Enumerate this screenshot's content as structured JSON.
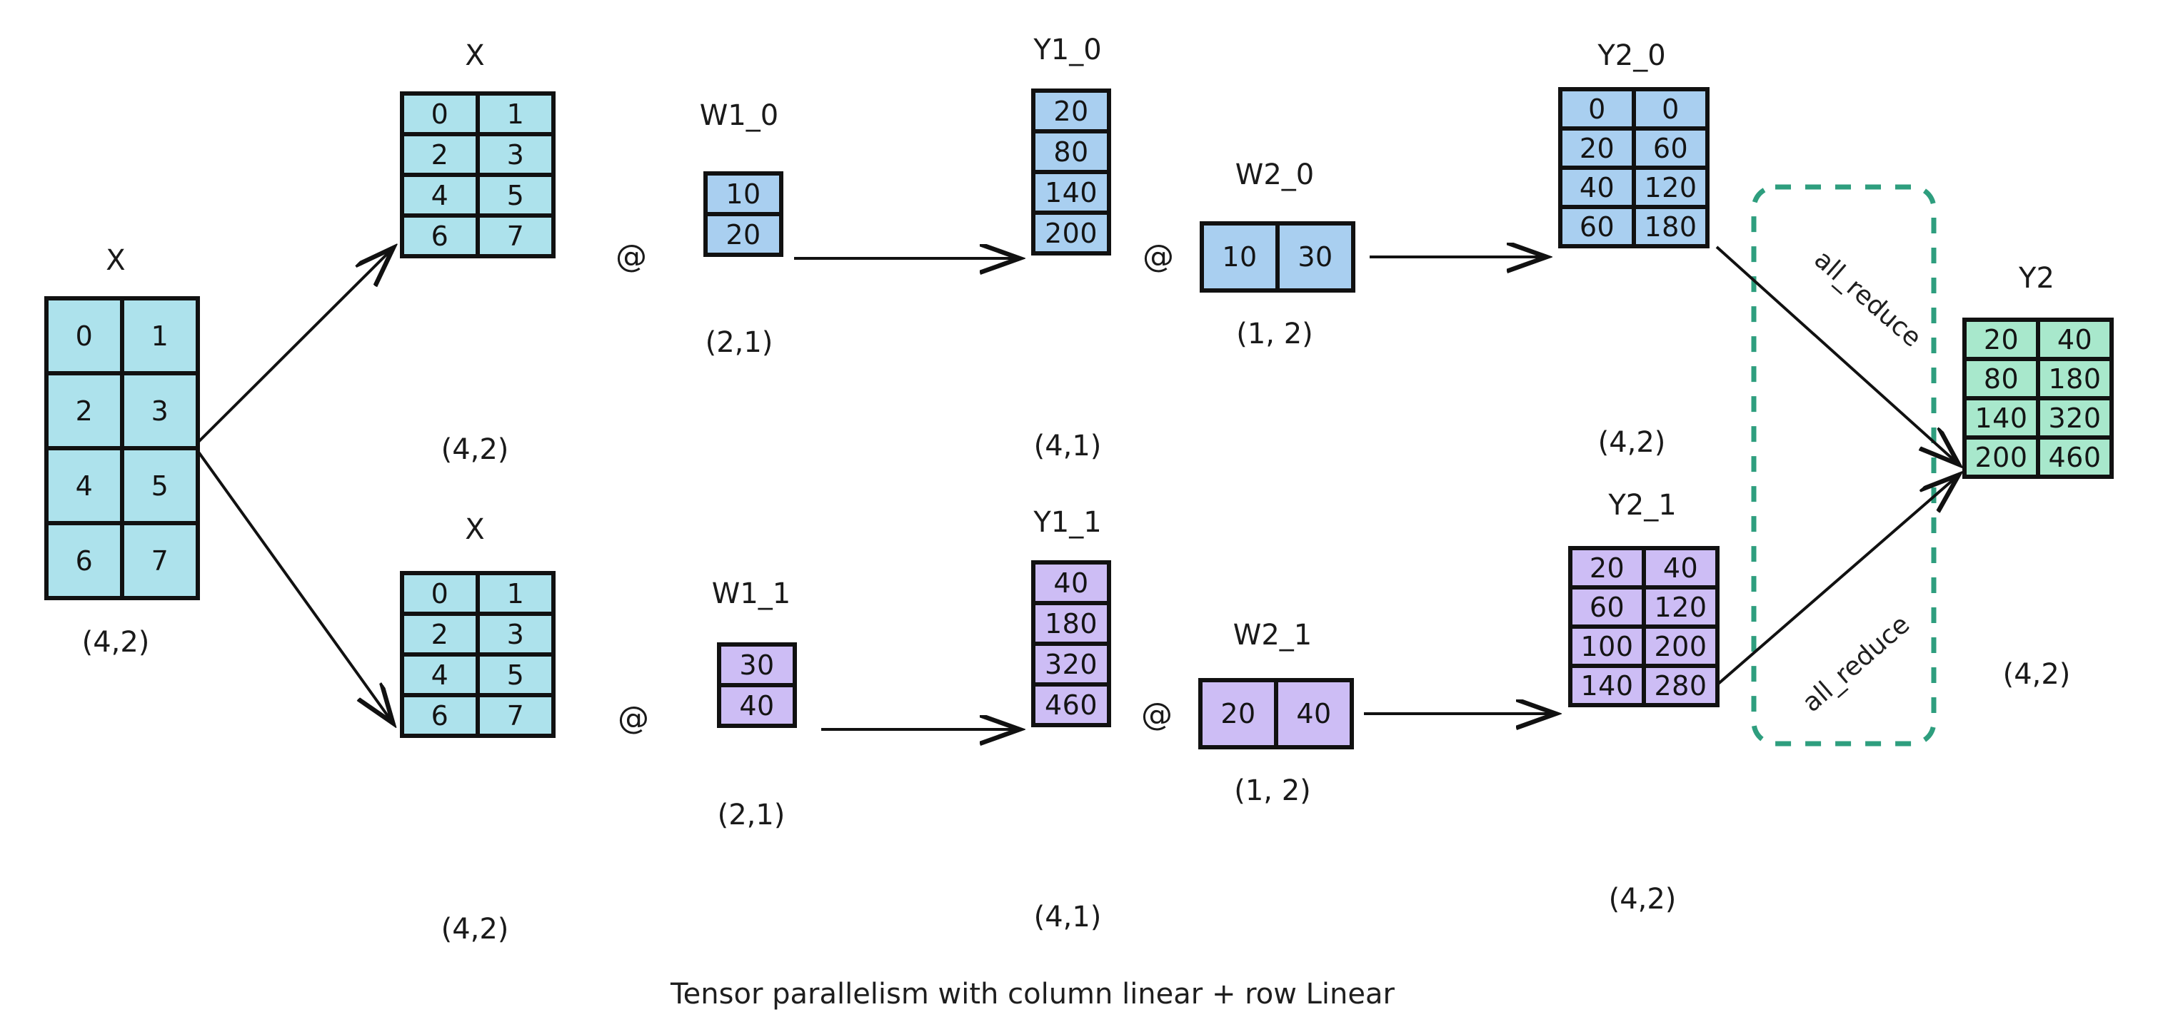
{
  "caption": "Tensor parallelism with column linear + row Linear",
  "colors": {
    "input_cyan": "#ade2ec",
    "rank0_blue": "#a9cff0",
    "rank1_purple": "#cdbdf5",
    "output_green": "#a8e8cc",
    "allreduce_dash": "#2e9e7e",
    "stroke": "#111111"
  },
  "operators": {
    "matmul": "@"
  },
  "matrices": {
    "x_input": {
      "name": "X",
      "shape": "(4,2)",
      "cols": 2,
      "values": [
        "0",
        "1",
        "2",
        "3",
        "4",
        "5",
        "6",
        "7"
      ]
    },
    "x_rank0": {
      "name": "X",
      "shape": "(4,2)",
      "cols": 2,
      "values": [
        "0",
        "1",
        "2",
        "3",
        "4",
        "5",
        "6",
        "7"
      ]
    },
    "x_rank1": {
      "name": "X",
      "shape": "(4,2)",
      "cols": 2,
      "values": [
        "0",
        "1",
        "2",
        "3",
        "4",
        "5",
        "6",
        "7"
      ]
    },
    "w1_0": {
      "name": "W1_0",
      "shape": "(2,1)",
      "cols": 1,
      "values": [
        "10",
        "20"
      ]
    },
    "w1_1": {
      "name": "W1_1",
      "shape": "(2,1)",
      "cols": 1,
      "values": [
        "30",
        "40"
      ]
    },
    "y1_0": {
      "name": "Y1_0",
      "shape": "(4,1)",
      "cols": 1,
      "values": [
        "20",
        "80",
        "140",
        "200"
      ]
    },
    "y1_1": {
      "name": "Y1_1",
      "shape": "(4,1)",
      "cols": 1,
      "values": [
        "40",
        "180",
        "320",
        "460"
      ]
    },
    "w2_0": {
      "name": "W2_0",
      "shape": "(1, 2)",
      "cols": 2,
      "values": [
        "10",
        "30"
      ]
    },
    "w2_1": {
      "name": "W2_1",
      "shape": "(1, 2)",
      "cols": 2,
      "values": [
        "20",
        "40"
      ]
    },
    "y2_0": {
      "name": "Y2_0",
      "shape": "(4,2)",
      "cols": 2,
      "values": [
        "0",
        "0",
        "20",
        "60",
        "40",
        "120",
        "60",
        "180"
      ]
    },
    "y2_1": {
      "name": "Y2_1",
      "shape": "(4,2)",
      "cols": 2,
      "values": [
        "20",
        "40",
        "60",
        "120",
        "100",
        "200",
        "140",
        "280"
      ]
    },
    "y2_out": {
      "name": "Y2",
      "shape": "(4,2)",
      "cols": 2,
      "values": [
        "20",
        "40",
        "80",
        "180",
        "140",
        "320",
        "200",
        "460"
      ]
    }
  },
  "allreduce": {
    "label_top": "all_reduce",
    "label_bottom": "all_reduce"
  }
}
